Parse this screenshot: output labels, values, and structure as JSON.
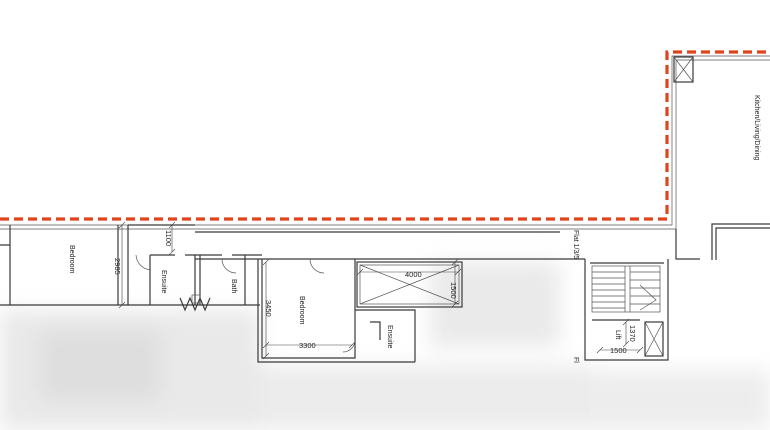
{
  "rooms": {
    "kitchen": "Kitchen/Living/Dining",
    "bedroom_left": "Bedroom",
    "ensuite_left": "Ensuite",
    "bath": "Bath",
    "bedroom_mid": "Bedroom",
    "ensuite_mid": "Ensuite",
    "flat_label": "Flat 1/3/5",
    "lift": "Lift",
    "fl": "Fl"
  },
  "dimensions": {
    "d1100": "1100",
    "d2985": "2985",
    "d4000": "4000",
    "d1500_vertical": "1500",
    "d3450": "3450",
    "d3300": "3300",
    "d1370": "1370",
    "d1500_horizontal": "1500"
  },
  "colors": {
    "boundary": "#e0441c",
    "walls": "#3a3a3a"
  }
}
